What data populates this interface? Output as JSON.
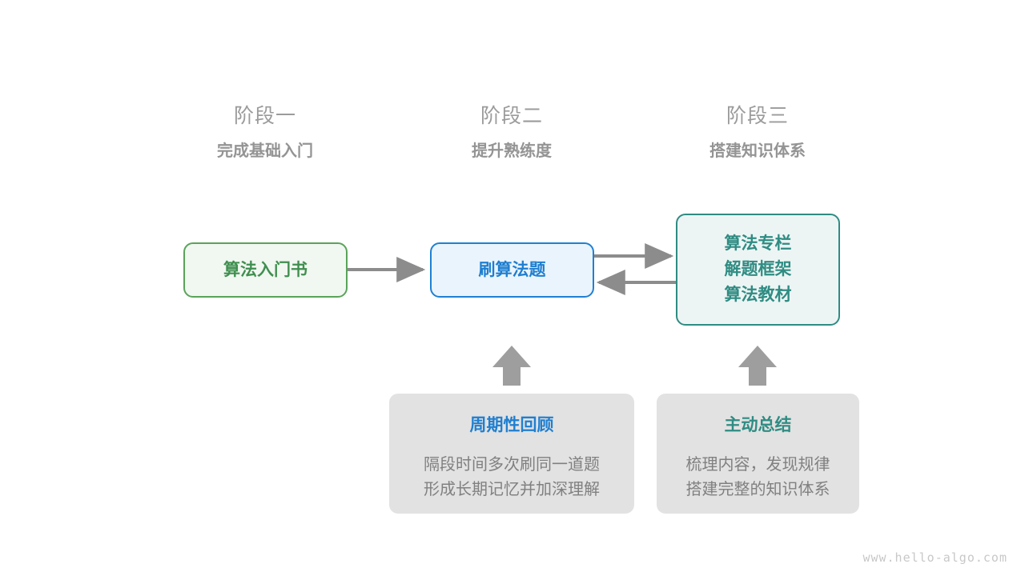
{
  "diagram": {
    "stages": [
      {
        "name": "阶段一",
        "goal": "完成基础入门"
      },
      {
        "name": "阶段二",
        "goal": "提升熟练度"
      },
      {
        "name": "阶段三",
        "goal": "搭建知识体系"
      }
    ],
    "nodes": [
      {
        "id": "book",
        "lines": [
          "算法入门书"
        ]
      },
      {
        "id": "practice",
        "lines": [
          "刷算法题"
        ]
      },
      {
        "id": "system",
        "lines": [
          "算法专栏",
          "解题框架",
          "算法教材"
        ]
      }
    ],
    "cards": [
      {
        "id": "periodic-review",
        "title": "周期性回顾",
        "title_color": "#1f7fd0",
        "body": [
          "隔段时间多次刷同一道题",
          "形成长期记忆并加深理解"
        ]
      },
      {
        "id": "active-summary",
        "title": "主动总结",
        "title_color": "#2f8c83",
        "body": [
          "梳理内容，发现规律",
          "搭建完整的知识体系"
        ]
      }
    ],
    "colors": {
      "green": "#5aa35a",
      "blue": "#1f80d2",
      "teal": "#2f8c83",
      "gray_text": "#9b9b9b",
      "arrow": "#8c8c8c",
      "card_bg": "#e2e2e2"
    },
    "watermark": "www.hello-algo.com"
  }
}
